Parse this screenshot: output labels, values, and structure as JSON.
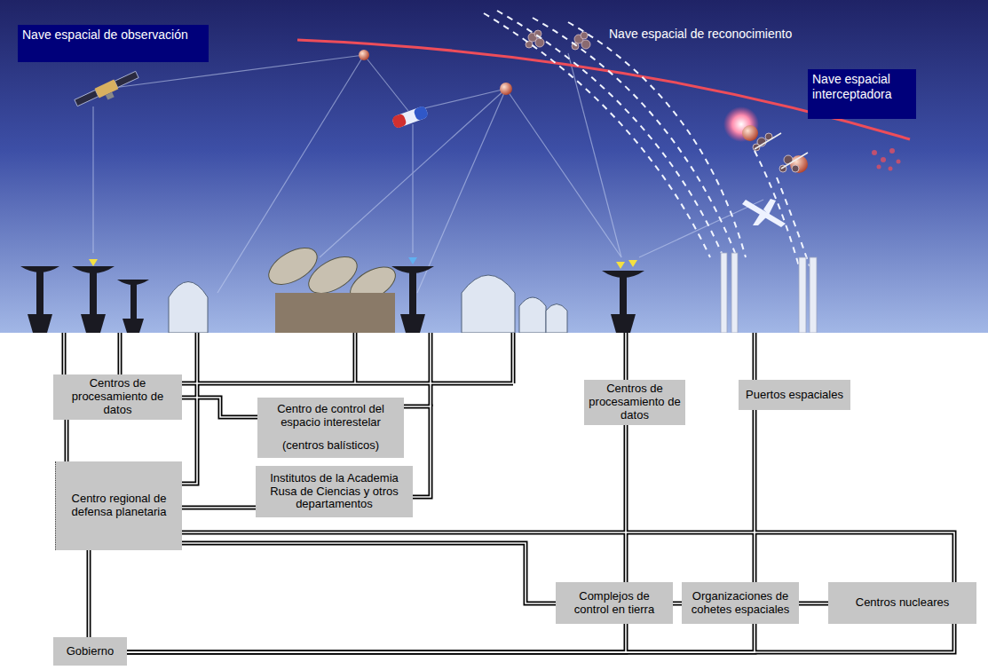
{
  "diagram": {
    "nodes": [
      {
        "text": [
          "Nave espacial de observación"
        ]
      },
      {
        "text": [
          "Nave espacial interceptadora"
        ]
      },
      {
        "text": [
          "Centros de procesamiento de datos"
        ]
      },
      {
        "text": [
          "Centro de control del espacio interestelar",
          "(centros balísticos)"
        ]
      },
      {
        "text": [
          "Centros de procesamiento de datos"
        ]
      },
      {
        "text": [
          "Puertos espaciales"
        ]
      },
      {
        "text": [
          "Centro regional de defensa planetaria"
        ]
      },
      {
        "text": [
          "Institutos de la Academia Rusa de Ciencias y otros departamentos"
        ]
      },
      {
        "text": [
          "Complejos de control en tierra"
        ]
      },
      {
        "text": [
          "Organizaciones de cohetes espaciales"
        ]
      },
      {
        "text": [
          "Centros nucleares"
        ]
      },
      {
        "text": [
          "Gobierno"
        ]
      }
    ],
    "edges": [
      {
        "from": 2,
        "to": 6,
        "arrow": "none"
      },
      {
        "from": 2,
        "to": 3,
        "arrow": "none"
      },
      {
        "from": 3,
        "to": 7,
        "arrow": "none"
      },
      {
        "from": 6,
        "to": 7,
        "arrow": "none"
      },
      {
        "from": 6,
        "to": 10,
        "arrow": "none"
      },
      {
        "from": 6,
        "to": 8,
        "arrow": "none"
      },
      {
        "from": 4,
        "to": 8,
        "arrow": "none"
      },
      {
        "from": 5,
        "to": 9,
        "arrow": "none"
      },
      {
        "from": 8,
        "to": 9,
        "arrow": "none"
      },
      {
        "from": 9,
        "to": 10,
        "arrow": "none"
      },
      {
        "from": 6,
        "to": 11,
        "arrow": "none"
      },
      {
        "from": 11,
        "to": 8,
        "arrow": "none"
      },
      {
        "from": 11,
        "to": 9,
        "arrow": "none"
      },
      {
        "from": 11,
        "to": 10,
        "arrow": "none"
      }
    ],
    "labels": [
      "Nave espacial de reconocimiento"
    ]
  }
}
